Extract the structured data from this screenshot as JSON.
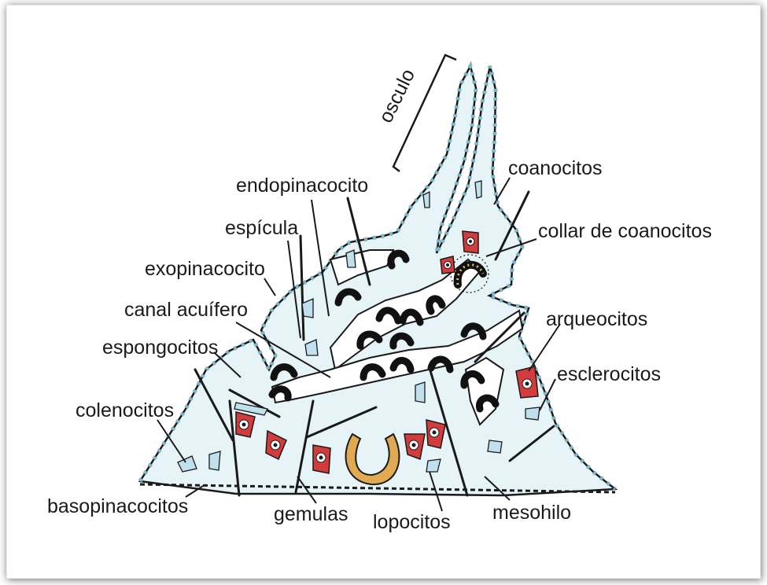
{
  "labels": {
    "osculo": "osculo",
    "endopinacocito": "endopinacocito",
    "espicula": "espícula",
    "exopinacocito": "exopinacocito",
    "canal_acuifero": "canal acuífero",
    "espongocitos": "espongocitos",
    "colenocitos": "colenocitos",
    "basopinacocitos": "basopinacocitos",
    "gemulas": "gemulas",
    "lopocitos": "lopocitos",
    "mesohilo": "mesohilo",
    "esclerocitos": "esclerocitos",
    "arqueocitos": "arqueocitos",
    "collar_de_coanocitos": "collar de coanocitos",
    "coanocitos": "coanocitos"
  },
  "colors": {
    "tissue_fill": "#e6f3f7",
    "outline": "#1a1a1a",
    "choanocyte": "#111111",
    "archaeocyte": "#d23c3c",
    "gemmule": "#e0a952",
    "cell": "#bfe0ec"
  }
}
